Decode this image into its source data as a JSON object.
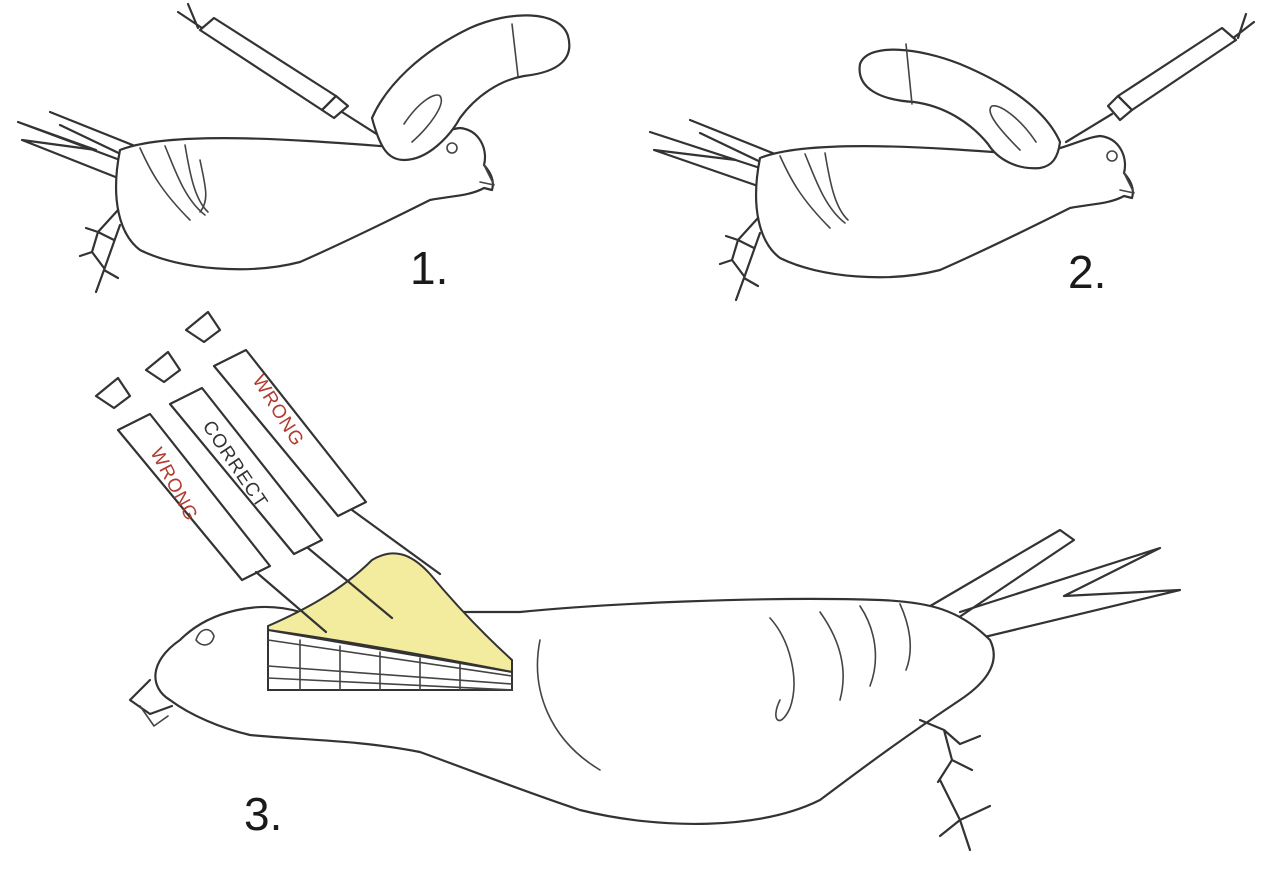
{
  "panels": [
    {
      "number": "1."
    },
    {
      "number": "2."
    },
    {
      "number": "3."
    }
  ],
  "syringes": [
    {
      "label": "WRONG",
      "color": "#b23a2e"
    },
    {
      "label": "CORRECT",
      "color": "#333333"
    },
    {
      "label": "WRONG",
      "color": "#b23a2e"
    }
  ],
  "colors": {
    "ink": "#333333",
    "subcutaneous_fat": "#f3ec9e",
    "muscle": "#8a4a3a",
    "label_wrong": "#b23a2e",
    "label_correct": "#333333"
  }
}
